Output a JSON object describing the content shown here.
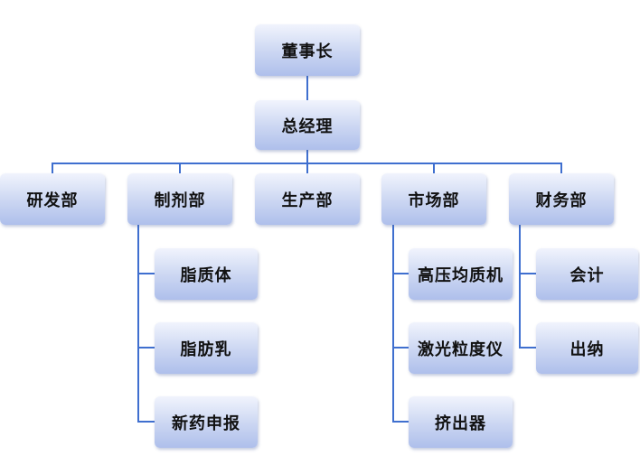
{
  "org_chart": {
    "chairman": "董事长",
    "general_manager": "总经理",
    "departments": {
      "rnd": "研发部",
      "formulation": "制剂部",
      "production": "生产部",
      "marketing": "市场部",
      "finance": "财务部"
    },
    "formulation_units": [
      "脂质体",
      "脂肪乳",
      "新药申报"
    ],
    "marketing_units": [
      "高压均质机",
      "激光粒度仪",
      "挤出器"
    ],
    "finance_units": [
      "会计",
      "出纳"
    ]
  },
  "colors": {
    "connector": "#3f6fcf",
    "box_top": "#f1f4fd",
    "box_bottom": "#aebfeb"
  }
}
